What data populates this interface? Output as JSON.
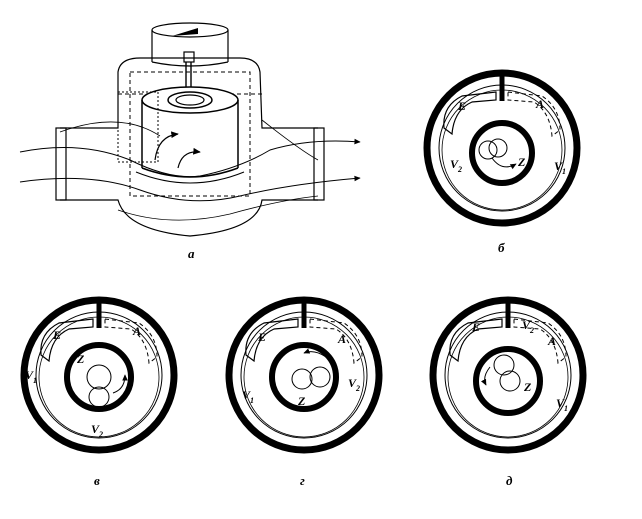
{
  "figure": {
    "panels": [
      {
        "id": "a",
        "caption": "а"
      },
      {
        "id": "b",
        "caption": "б",
        "labels": {
          "e": "E",
          "a": "A",
          "v2": "V",
          "v2_sub": "2",
          "z": "Z",
          "v1": "V",
          "v1_sub": "1"
        }
      },
      {
        "id": "v",
        "caption": "в",
        "labels": {
          "e": "E",
          "a": "A",
          "v1": "V",
          "v1_sub": "1",
          "z": "Z",
          "v2": "V",
          "v2_sub": "2"
        }
      },
      {
        "id": "g",
        "caption": "г",
        "labels": {
          "e": "E",
          "a": "A",
          "v1": "V",
          "v1_sub": "1",
          "z": "Z",
          "v2": "V",
          "v2_sub": "2"
        }
      },
      {
        "id": "d",
        "caption": "д",
        "labels": {
          "e": "E",
          "v2": "V",
          "v2_sub": "2",
          "a": "A",
          "z": "Z",
          "v1": "V",
          "v1_sub": "1"
        }
      }
    ]
  }
}
